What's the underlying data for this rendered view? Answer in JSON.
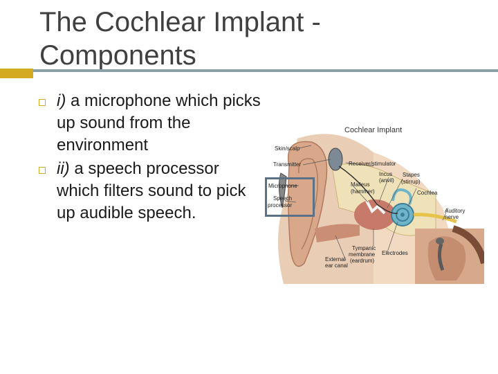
{
  "slide": {
    "title_line1": "The Cochlear Implant -",
    "title_line2": "Components",
    "bullets": [
      {
        "label": "i)",
        "text": " a microphone which picks up sound from the environment"
      },
      {
        "label": "ii)",
        "text": " a speech processor which filters sound to pick up audible speech."
      }
    ]
  },
  "figure": {
    "title": "Cochlear Implant",
    "labels": {
      "skin": "Skin/scalp",
      "transmitter": "Transmitter",
      "microphone": "Microphone",
      "speech1": "Speech",
      "speech2": "processor",
      "receiver": "Receiver/stimulator",
      "incus1": "Incus",
      "incus2": "(anvil)",
      "stapes1": "Stapes",
      "stapes2": "(stirrup)",
      "malleus1": "Malleus",
      "malleus2": "(hammer)",
      "cochlea": "Cochlea",
      "auditory1": "Auditory",
      "auditory2": "nerve",
      "tympanic1": "Tympanic",
      "tympanic2": "membrane",
      "tympanic3": "(eardrum)",
      "electrodes": "Electrodes",
      "external1": "External",
      "external2": "ear canal"
    }
  },
  "colors": {
    "accent_gold": "#d4aa22",
    "rule": "#8aa0a8",
    "highlight": "#5b7286"
  }
}
